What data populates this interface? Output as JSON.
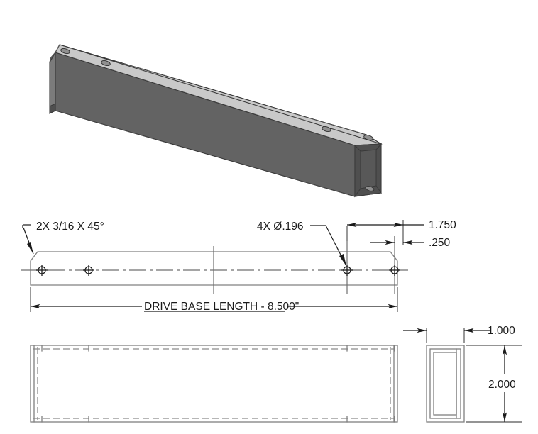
{
  "drawing": {
    "title": "Drive Base Channel Part Drawing",
    "background_color": "#ffffff",
    "line_color": "#808080",
    "text_color": "#1a1a1a"
  },
  "views": {
    "isometric": {
      "name": "isometric-view",
      "top_face_color": "#c9c9c9",
      "front_face_color": "#636363",
      "side_face_color": "#7b7b7b",
      "hole_count": 4
    },
    "front": {
      "name": "front-view",
      "hole_count": 4
    },
    "bottom": {
      "name": "bottom-view"
    },
    "end": {
      "name": "end-view"
    }
  },
  "annotations": {
    "chamfer_note": "2X 3/16 X 45°",
    "hole_note": "4X Ø.196",
    "length_dimension": "DRIVE BASE LENGTH - 8.500\"",
    "dim_1750": "1.750",
    "dim_250": ".250",
    "dim_1000": "1.000",
    "dim_2000": "2.000"
  }
}
